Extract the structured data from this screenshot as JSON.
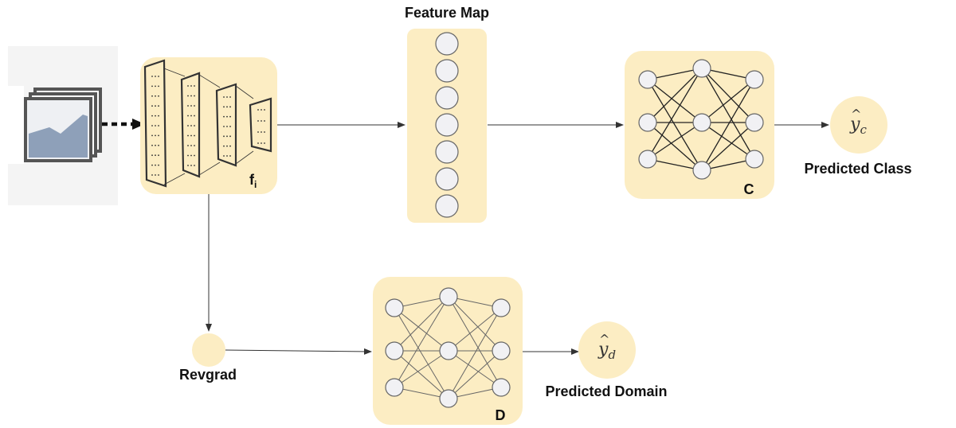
{
  "labels": {
    "feature_map": "Feature Map",
    "extractor_sub": "i",
    "classifier": "C",
    "discriminator": "D",
    "predicted_class": "Predicted Class",
    "predicted_domain": "Predicted Domain",
    "revgrad": "Revgrad",
    "yc_sub": "c",
    "yd_sub": "d"
  },
  "colors": {
    "block_fill": "#fcedc3",
    "node_fill": "#f1f1f4",
    "node_stroke": "#666666",
    "image_fill": "#8ea0b9",
    "image_frame": "#555555",
    "edge": "#222222"
  },
  "icons": {
    "input": "image-stack-icon",
    "extractor": "cnn-layers-icon"
  }
}
